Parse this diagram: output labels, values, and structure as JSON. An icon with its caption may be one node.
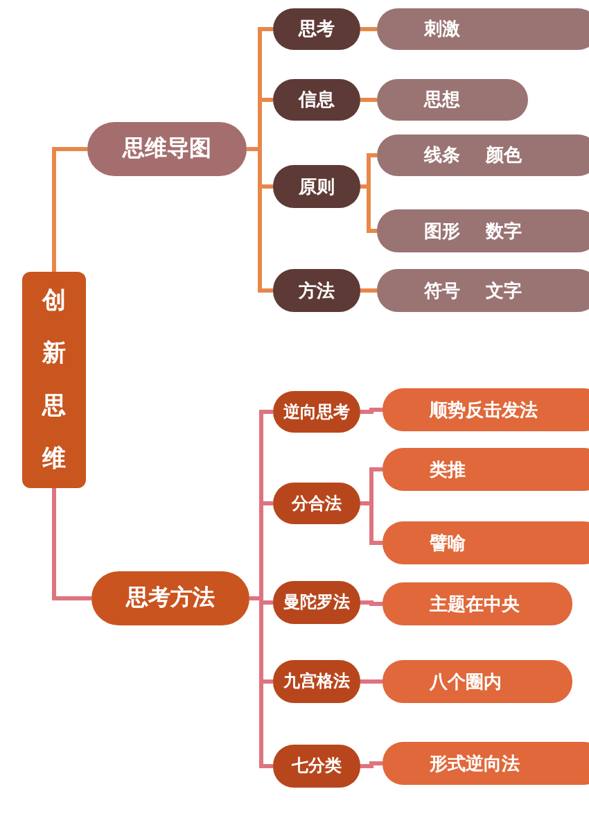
{
  "diagram": {
    "nodes": [
      {
        "text": [
          "创新思维"
        ]
      },
      {
        "text": [
          "思维导图"
        ]
      },
      {
        "text": [
          "思考"
        ]
      },
      {
        "text": [
          "刺激"
        ]
      },
      {
        "text": [
          "信息"
        ]
      },
      {
        "text": [
          "思想"
        ]
      },
      {
        "text": [
          "原则"
        ]
      },
      {
        "text": [
          "线条 颜色"
        ]
      },
      {
        "text": [
          "图形 数字"
        ]
      },
      {
        "text": [
          "方法"
        ]
      },
      {
        "text": [
          "符号 文字"
        ]
      },
      {
        "text": [
          "思考方法"
        ]
      },
      {
        "text": [
          "逆向思考"
        ]
      },
      {
        "text": [
          "顺势反击发法"
        ]
      },
      {
        "text": [
          "分合法"
        ]
      },
      {
        "text": [
          "类推"
        ]
      },
      {
        "text": [
          "譬喻"
        ]
      },
      {
        "text": [
          "曼陀罗法"
        ]
      },
      {
        "text": [
          "主题在中央"
        ]
      },
      {
        "text": [
          "九宫格法"
        ]
      },
      {
        "text": [
          "八个圈内"
        ]
      },
      {
        "text": [
          "七分类"
        ]
      },
      {
        "text": [
          "形式逆向法"
        ]
      }
    ],
    "edges": [
      {
        "from": 0,
        "to": 1,
        "arrow": "none",
        "color": "#e8874a"
      },
      {
        "from": 1,
        "to": 2,
        "arrow": "none",
        "color": "#e8874a"
      },
      {
        "from": 1,
        "to": 4,
        "arrow": "none",
        "color": "#e8874a"
      },
      {
        "from": 1,
        "to": 6,
        "arrow": "none",
        "color": "#e8874a"
      },
      {
        "from": 1,
        "to": 9,
        "arrow": "none",
        "color": "#e8874a"
      },
      {
        "from": 2,
        "to": 3,
        "arrow": "none",
        "color": "#e8874a"
      },
      {
        "from": 4,
        "to": 5,
        "arrow": "none",
        "color": "#e8874a"
      },
      {
        "from": 6,
        "to": 7,
        "arrow": "none",
        "color": "#e8874a"
      },
      {
        "from": 6,
        "to": 8,
        "arrow": "none",
        "color": "#e8874a"
      },
      {
        "from": 9,
        "to": 10,
        "arrow": "none",
        "color": "#e8874a"
      },
      {
        "from": 0,
        "to": 11,
        "arrow": "none"
      },
      {
        "from": 11,
        "to": 12,
        "arrow": "none"
      },
      {
        "from": 11,
        "to": 14,
        "arrow": "none"
      },
      {
        "from": 11,
        "to": 17,
        "arrow": "none"
      },
      {
        "from": 11,
        "to": 19,
        "arrow": "none"
      },
      {
        "from": 11,
        "to": 21,
        "arrow": "none"
      },
      {
        "from": 12,
        "to": 13,
        "arrow": "none"
      },
      {
        "from": 14,
        "to": 15,
        "arrow": "none"
      },
      {
        "from": 14,
        "to": 16,
        "arrow": "none"
      },
      {
        "from": 17,
        "to": 18,
        "arrow": "none"
      },
      {
        "from": 19,
        "to": 20,
        "arrow": "none"
      },
      {
        "from": 21,
        "to": 22,
        "arrow": "none"
      }
    ]
  }
}
